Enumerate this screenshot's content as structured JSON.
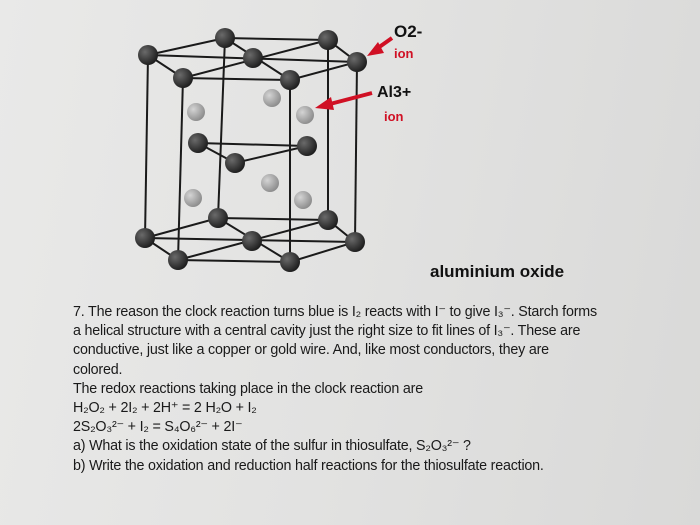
{
  "figure": {
    "o_label": "O2-",
    "o_sub": "ion",
    "al_label": "Al3+",
    "al_sub": "ion",
    "caption": "aluminium oxide",
    "colors": {
      "arrow": "#d01024",
      "o_atom": "#2a2a2a",
      "al_atom": "#9a9a9a"
    }
  },
  "question": {
    "lines": [
      "7. The reason the clock reaction turns blue is I₂ reacts with I⁻ to give I₃⁻. Starch forms",
      "a helical structure with a central cavity just the right size to fit lines of I₃⁻. These are",
      "conductive, just like a copper or gold wire. And, like most conductors, they are",
      "colored.",
      "The redox reactions taking place in the clock reaction are",
      "H₂O₂ + 2I₂ + 2H⁺  =  2 H₂O + I₂",
      "2S₂O₃²⁻ + I₂  =  S₄O₆²⁻ + 2I⁻",
      "a) What is the oxidation state of the sulfur in thiosulfate,  S₂O₃²⁻ ?",
      "b) Write the oxidation and reduction half reactions for the thiosulfate reaction."
    ]
  }
}
